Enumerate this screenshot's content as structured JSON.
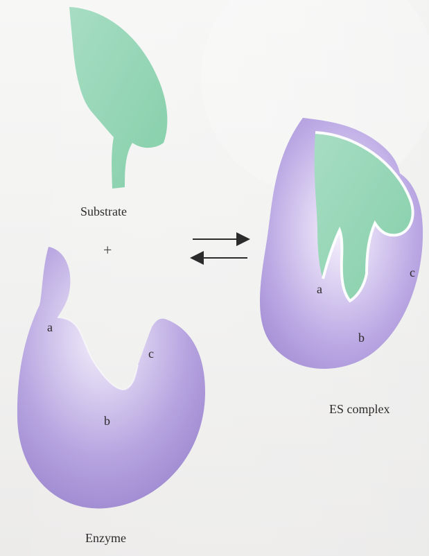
{
  "diagram": {
    "colors": {
      "background": "#f4f3f2",
      "substrate": "#8fd2b1",
      "substrate_light": "#b9e4cf",
      "enzyme_dark": "#9f8ad0",
      "enzyme_mid": "#b9a8e2",
      "enzyme_light": "#dad0f2",
      "text": "#2d2a2a",
      "arrow": "#2b2b2b"
    },
    "labels": {
      "substrate": "Substrate",
      "plus": "+",
      "enzyme": "Enzyme",
      "es_complex": "ES complex",
      "enzyme_site_a": "a",
      "enzyme_site_b": "b",
      "enzyme_site_c": "c",
      "complex_site_a": "a",
      "complex_site_b": "b",
      "complex_site_c": "c"
    }
  }
}
